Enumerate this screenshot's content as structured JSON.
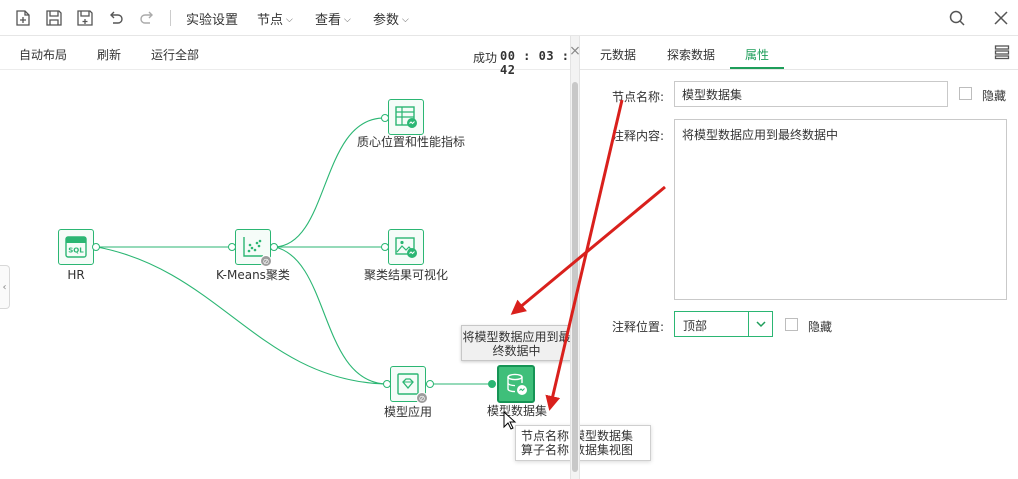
{
  "toolbar": {
    "menus": [
      {
        "label": "实验设置",
        "has_caret": false
      },
      {
        "label": "节点",
        "has_caret": true
      },
      {
        "label": "查看",
        "has_caret": true
      },
      {
        "label": "参数",
        "has_caret": true
      }
    ],
    "icons": [
      "new-file-icon",
      "save-icon",
      "save-as-icon",
      "undo-icon",
      "redo-icon",
      "search-icon",
      "close-icon"
    ]
  },
  "subtoolbar": {
    "auto_layout": "自动布局",
    "refresh": "刷新",
    "run_all": "运行全部",
    "status_label": "成功",
    "status_time": "00 : 03 : 42"
  },
  "canvas": {
    "nodes": [
      {
        "id": "hr",
        "label": "HR",
        "icon": "sql-icon"
      },
      {
        "id": "kmeans",
        "label": "K-Means聚类",
        "icon": "scatter-icon"
      },
      {
        "id": "centroid",
        "label": "质心位置和性能指标",
        "icon": "table-chart-icon"
      },
      {
        "id": "visual",
        "label": "聚类结果可视化",
        "icon": "image-chart-icon"
      },
      {
        "id": "apply",
        "label": "模型应用",
        "icon": "model-apply-icon"
      },
      {
        "id": "dataset",
        "label": "模型数据集",
        "icon": "dataset-icon"
      }
    ],
    "comment": "将模型数据应用到最终数据中",
    "tooltip": {
      "node_name_label": "节点名称:",
      "node_name": "模型数据集",
      "operator_name_label": "算子名称:",
      "operator_name": "数据集视图"
    }
  },
  "panel": {
    "tabs": [
      {
        "label": "元数据",
        "active": false
      },
      {
        "label": "探索数据",
        "active": false
      },
      {
        "label": "属性",
        "active": true
      }
    ],
    "node_name_label": "节点名称:",
    "node_name_value": "模型数据集",
    "hide_label": "隐藏",
    "comment_label": "注释内容:",
    "comment_value": "将模型数据应用到最终数据中",
    "comment_pos_label": "注释位置:",
    "comment_pos_value": "顶部",
    "comment_hide_label": "隐藏"
  },
  "colors": {
    "accent": "#1e9e5a",
    "node_border": "#2bb673",
    "edge": "#2bb673",
    "annotation_arrow": "#d9201c"
  }
}
